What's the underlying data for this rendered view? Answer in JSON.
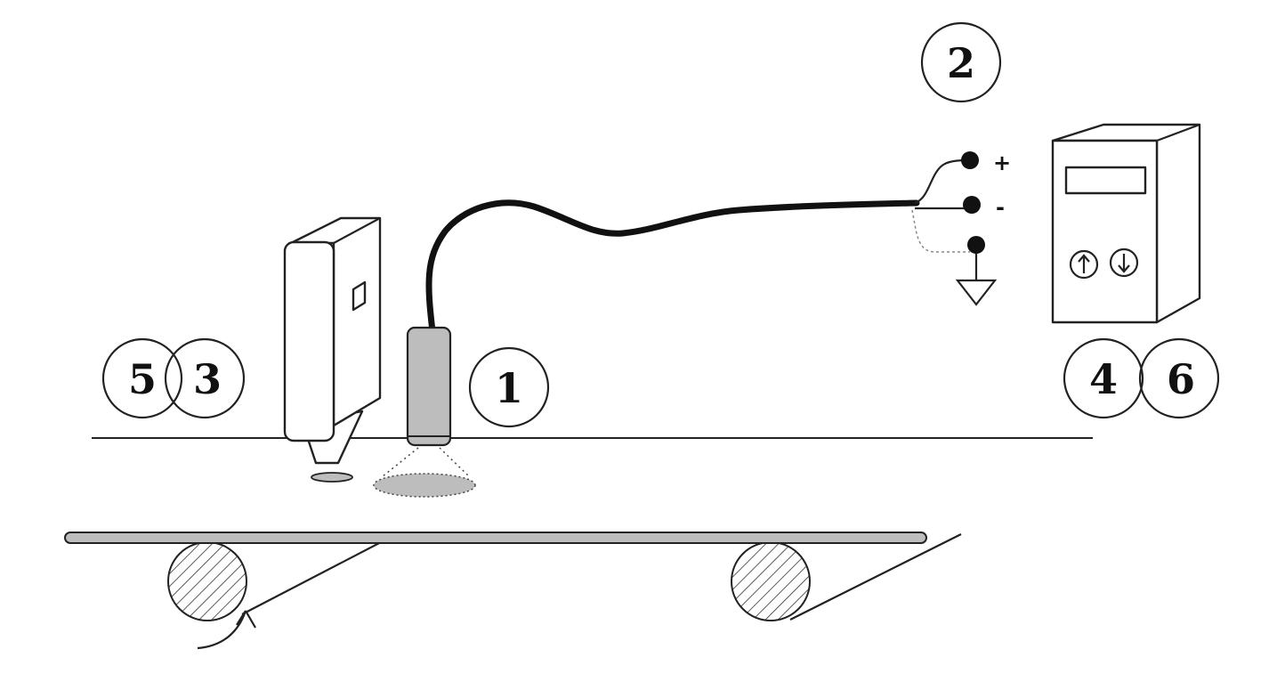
{
  "labels": {
    "sensor": "1",
    "terminals": "2",
    "camera_a": "5",
    "camera_b": "3",
    "controller_a": "4",
    "controller_b": "6"
  },
  "terminal_signs": {
    "plus": "+",
    "minus": "-"
  },
  "colors": {
    "line": "#222222",
    "gray_fill": "#bdbdbd",
    "background": "#ffffff"
  }
}
